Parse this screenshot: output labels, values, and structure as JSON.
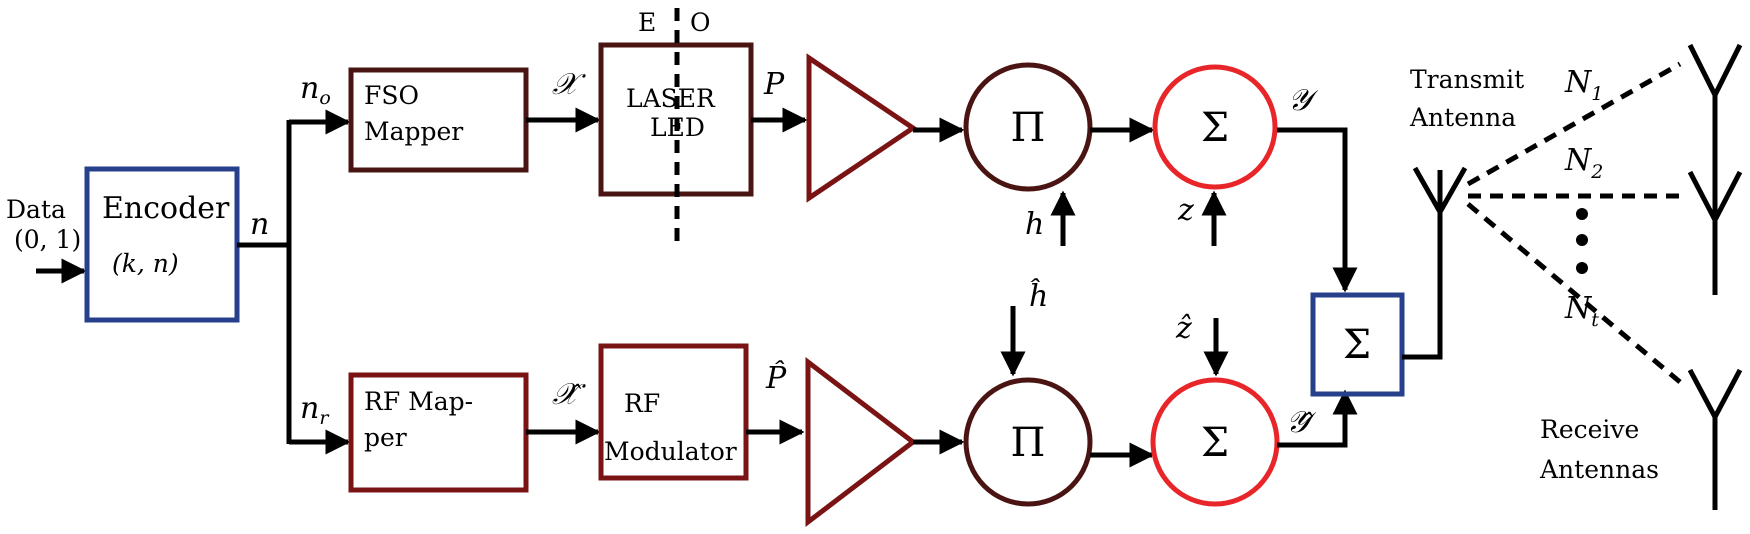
{
  "input": {
    "label_line1": "Data",
    "label_line2": "(0, 1)"
  },
  "encoder": {
    "title": "Encoder",
    "params": "(k, n)",
    "output": "n"
  },
  "branches": {
    "optical": "n",
    "optical_sub": "o",
    "rf": "n",
    "rf_sub": "r"
  },
  "fso_mapper": {
    "line1": "FSO",
    "line2": "Mapper",
    "output": "𝒳"
  },
  "rf_mapper": {
    "line1": "RF Map-",
    "line2": "per",
    "output": "𝒳̂"
  },
  "eo_marker": {
    "left": "E",
    "right": "O"
  },
  "laser": {
    "line1": "LASER",
    "line2": "LED",
    "output": "P"
  },
  "rf_modulator": {
    "line1": "RF",
    "line2": "Modulator",
    "output": "P̂"
  },
  "product_top": {
    "symbol": "Π",
    "input": "h"
  },
  "product_bottom": {
    "symbol": "Π",
    "input": "ĥ"
  },
  "sum_top": {
    "symbol": "Σ",
    "input": "z",
    "output": "𝒴"
  },
  "sum_bottom": {
    "symbol": "Σ",
    "input": "ẑ",
    "output": "𝒴̂"
  },
  "combiner": {
    "symbol": "Σ"
  },
  "transmit": {
    "line1": "Transmit",
    "line2": "Antenna"
  },
  "receive": {
    "line1": "Receive",
    "line2": "Antennas"
  },
  "links": {
    "n1": "N",
    "n1_sub": "1",
    "n2": "N",
    "n2_sub": "2",
    "nt": "N",
    "nt_sub": "t"
  },
  "colors": {
    "blue": "#27408b",
    "dark_brown": "#4a1412",
    "maroon": "#7a1414",
    "red": "#e8262a",
    "line": "#000000"
  }
}
